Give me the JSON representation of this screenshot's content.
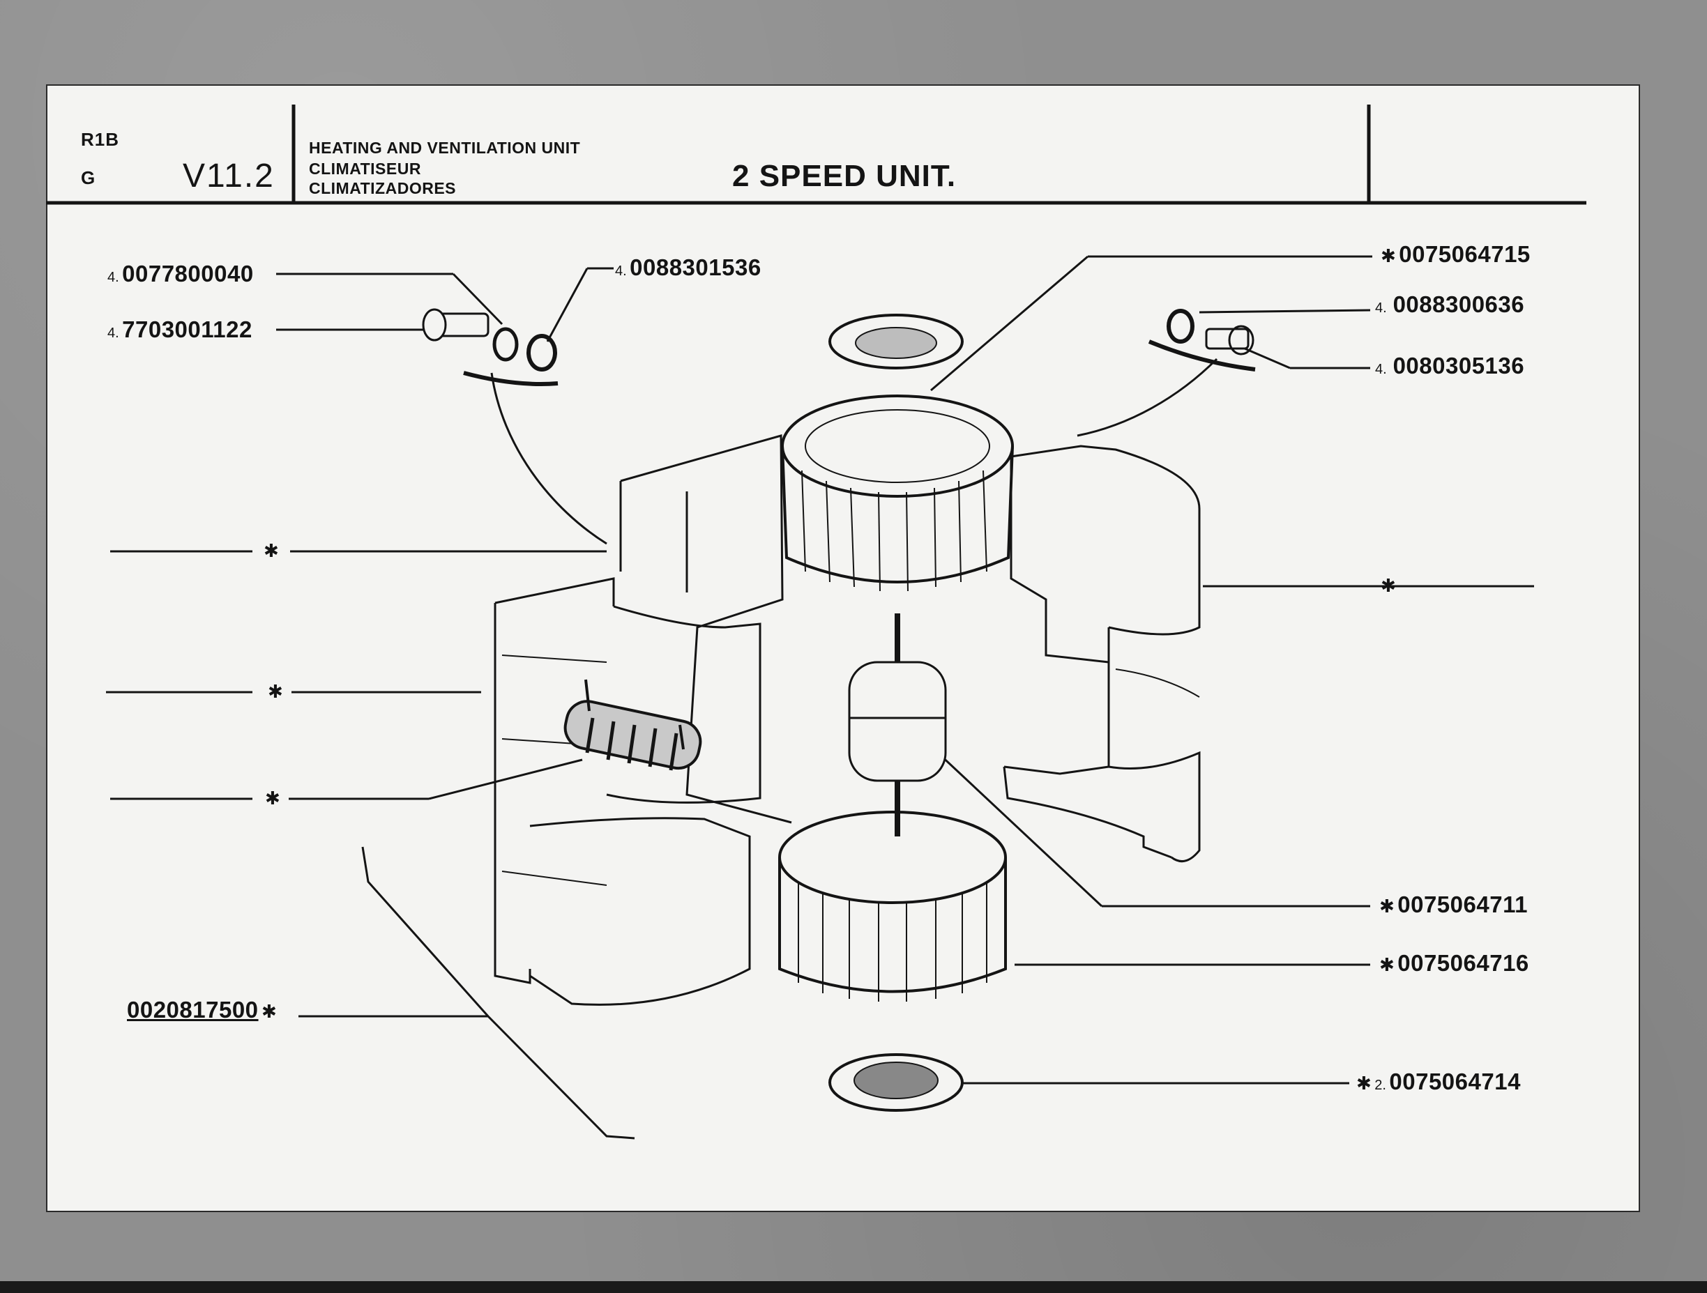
{
  "header": {
    "model_line1": "R1B",
    "model_line2": "G",
    "plate_code": "V11.2",
    "category_en": "HEATING AND VENTILATION UNIT",
    "category_fr": "CLIMATISEUR",
    "category_es": "CLIMATIZADORES",
    "title": "2 SPEED UNIT."
  },
  "callouts": {
    "left_top_1": {
      "qty": "4.",
      "part": "0077800040"
    },
    "left_top_2": {
      "qty": "4.",
      "part": "7703001122"
    },
    "top_mid": {
      "qty": "4.",
      "part": "0088301536"
    },
    "right_1": {
      "mark": "✱",
      "part": "0075064715"
    },
    "right_2": {
      "qty": "4.",
      "part": "0088300636"
    },
    "right_3": {
      "qty": "4.",
      "part": "0080305136"
    },
    "right_4": {
      "mark": "✱",
      "part": "0075064711"
    },
    "right_5": {
      "mark": "✱",
      "part": "0075064716"
    },
    "right_6": {
      "mark": "✱",
      "qty": "2.",
      "part": "0075064714"
    },
    "left_bottom": {
      "part": "0020817500",
      "mark": "✱"
    },
    "unlabeled_marks": [
      "✱",
      "✱",
      "✱",
      "✱"
    ]
  },
  "colors": {
    "paper": "#f4f4f2",
    "ink": "#141414",
    "background": "#8e8e8e"
  }
}
